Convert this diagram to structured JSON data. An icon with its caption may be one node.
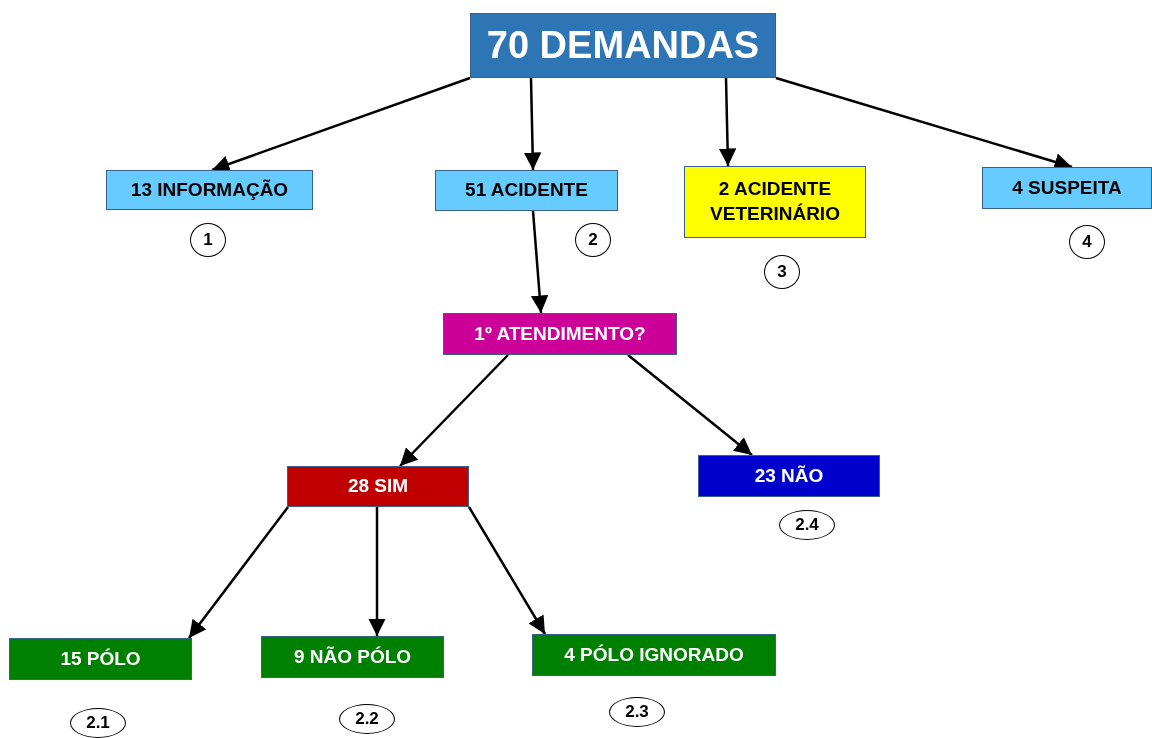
{
  "diagram": {
    "nodes": [
      {
        "text": [
          "70 DEMANDAS"
        ]
      },
      {
        "text": [
          "13 INFORMAÇÃO"
        ]
      },
      {
        "text": [
          "1"
        ]
      },
      {
        "text": [
          "51 ACIDENTE"
        ]
      },
      {
        "text": [
          "2"
        ]
      },
      {
        "text": [
          "2 ACIDENTE VETERINÁRIO"
        ]
      },
      {
        "text": [
          "3"
        ]
      },
      {
        "text": [
          "4 SUSPEITA"
        ]
      },
      {
        "text": [
          "4"
        ]
      },
      {
        "text": [
          "1º ATENDIMENTO?"
        ]
      },
      {
        "text": [
          "28 SIM"
        ]
      },
      {
        "text": [
          "23 NÃO"
        ]
      },
      {
        "text": [
          "2.4"
        ]
      },
      {
        "text": [
          "15 PÓLO"
        ]
      },
      {
        "text": [
          "2.1"
        ]
      },
      {
        "text": [
          "9 NÃO PÓLO"
        ]
      },
      {
        "text": [
          "2.2"
        ]
      },
      {
        "text": [
          "4 PÓLO IGNORADO"
        ]
      },
      {
        "text": [
          "2.3"
        ]
      }
    ],
    "edges": [
      {
        "from": 0,
        "to": 1,
        "arrow": "to"
      },
      {
        "from": 0,
        "to": 3,
        "arrow": "to"
      },
      {
        "from": 0,
        "to": 5,
        "arrow": "to"
      },
      {
        "from": 0,
        "to": 7,
        "arrow": "to"
      },
      {
        "from": 3,
        "to": 9,
        "arrow": "to"
      },
      {
        "from": 9,
        "to": 10,
        "arrow": "to"
      },
      {
        "from": 9,
        "to": 11,
        "arrow": "to"
      },
      {
        "from": 10,
        "to": 13,
        "arrow": "to"
      },
      {
        "from": 10,
        "to": 15,
        "arrow": "to"
      },
      {
        "from": 10,
        "to": 17,
        "arrow": "to"
      }
    ]
  }
}
